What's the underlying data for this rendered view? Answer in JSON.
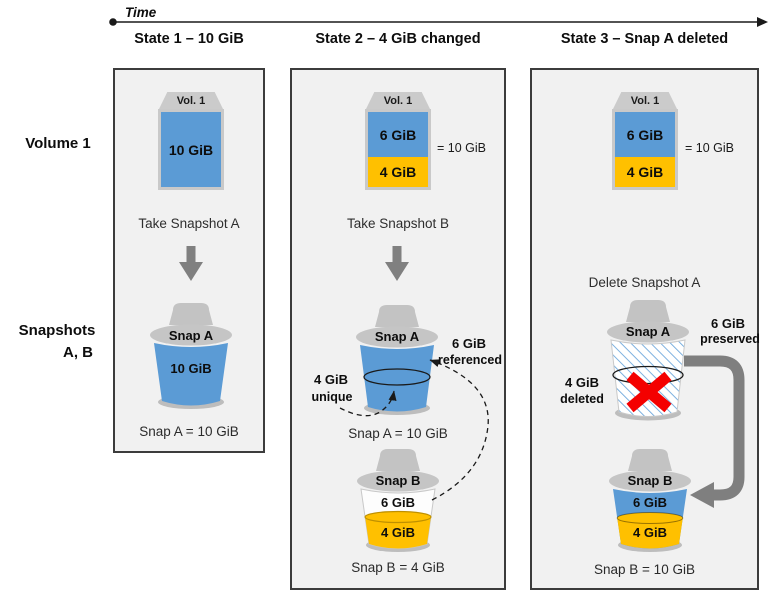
{
  "timeline": {
    "label": "Time"
  },
  "rows": {
    "volume_label": "Volume 1",
    "snapshots_label_line1": "Snapshots",
    "snapshots_label_line2": "A, B"
  },
  "state1": {
    "header": "State 1 – 10 GiB",
    "volume_tab": "Vol. 1",
    "volume_size": "10 GiB",
    "action": "Take Snapshot A",
    "snap_a_name": "Snap A",
    "snap_a_size": "10 GiB",
    "caption": "Snap A = 10 GiB"
  },
  "state2": {
    "header": "State 2 – 4 GiB changed",
    "volume_tab": "Vol. 1",
    "volume_top": "6 GiB",
    "volume_bottom": "4 GiB",
    "volume_total": "= 10 GiB",
    "action": "Take Snapshot B",
    "snap_a_name": "Snap A",
    "ann_unique_value": "4 GiB",
    "ann_unique_word": "unique",
    "ann_referenced_value": "6 GiB",
    "ann_referenced_word": "referenced",
    "snap_a_caption": "Snap A = 10 GiB",
    "snap_b_name": "Snap B",
    "snap_b_top": "6 GiB",
    "snap_b_bottom": "4 GiB",
    "snap_b_caption": "Snap B = 4 GiB"
  },
  "state3": {
    "header": "State 3 – Snap A deleted",
    "volume_tab": "Vol. 1",
    "volume_top": "6 GiB",
    "volume_bottom": "4 GiB",
    "volume_total": "= 10 GiB",
    "action": "Delete Snapshot A",
    "snap_a_name": "Snap A",
    "ann_preserved_value": "6 GiB",
    "ann_preserved_word": "preserved",
    "ann_deleted_value": "4 GiB",
    "ann_deleted_word": "deleted",
    "snap_b_name": "Snap B",
    "snap_b_top": "6 GiB",
    "snap_b_bottom": "4 GiB",
    "snap_b_caption": "Snap B = 10 GiB"
  },
  "colors": {
    "volume_blue": "#5B9BD5",
    "changed_gold": "#FFC000",
    "lid_gray": "#C5C5C5",
    "arrow_gray": "#7F7F7F",
    "panel_bg": "#F1F1F1",
    "panel_border": "#3C3C3C",
    "delete_red": "#F40000",
    "hatch_blue": "#6FA8DC"
  }
}
